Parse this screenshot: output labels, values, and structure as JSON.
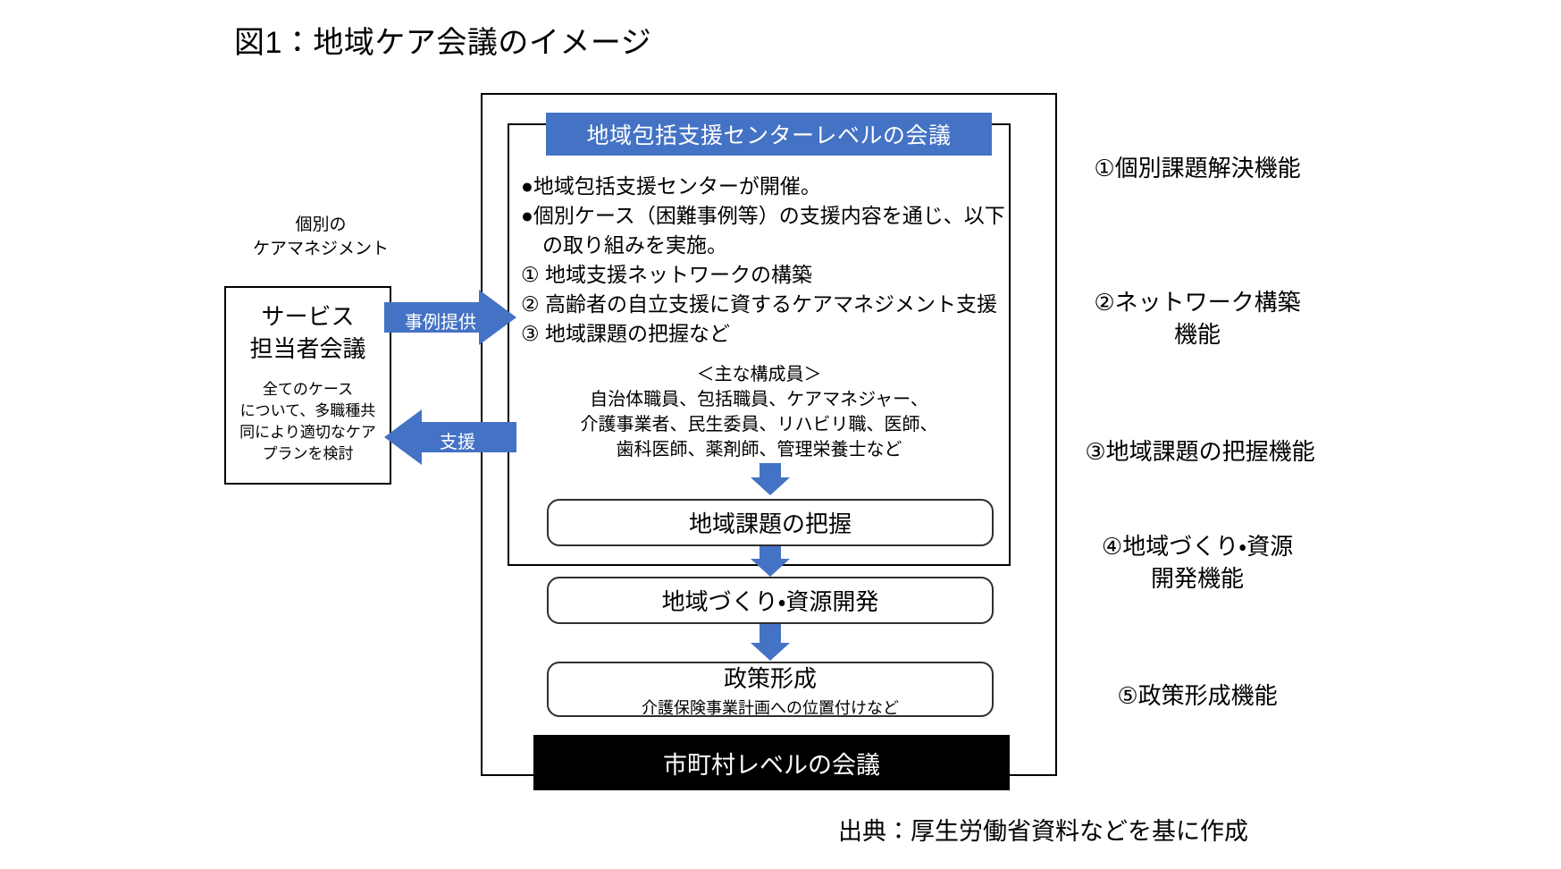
{
  "page": {
    "title": "図1：地域ケア会議のイメージ",
    "source_note": "出典：厚生労働省資料などを基に作成",
    "colors": {
      "accent_blue": "#4472C4",
      "black_bar": "#000000",
      "outline": "#000000",
      "background": "#FFFFFF"
    }
  },
  "center_panel": {
    "banner_label": "地域包括支援センターレベルの会議",
    "bullets": [
      "●地域包括支援センターが開催。",
      "●個別ケース（困難事例等）の支援内容を通じ、以下",
      "の取り組みを実施。",
      "① 地域支援ネットワークの構築",
      "② 高齢者の自立支援に資するケアマネジメント支援",
      "③ 地域課題の把握など"
    ],
    "members": {
      "heading": "＜主な構成員＞",
      "lines": [
        "自治体職員、包括職員、ケアマネジャー、",
        "介護事業者、民生委員、リハビリ職、医師、",
        "歯科医師、薬剤師、管理栄養士など"
      ]
    }
  },
  "left_panel": {
    "caption_lines": [
      "個別の",
      "ケアマネジメント"
    ],
    "box": {
      "title_lines": [
        "サービス",
        "担当者会議"
      ],
      "description_lines": [
        "全てのケース",
        "について、多職種共",
        "同により適切なケア",
        "プランを検討"
      ]
    }
  },
  "arrows": {
    "to_center_label": "事例提供",
    "to_left_label": "支援"
  },
  "process_boxes": [
    {
      "main": "地域課題の把握",
      "sub": ""
    },
    {
      "main": "地域づくり・資源開発",
      "sub": ""
    },
    {
      "main": "政策形成",
      "sub": "介護保険事業計画への位置付けなど"
    }
  ],
  "municipal_bar": {
    "label": "市町村レベルの会議"
  },
  "functions": [
    {
      "lines": [
        "①個別課題解決機能"
      ]
    },
    {
      "lines": [
        "②ネットワーク構築",
        "機能"
      ]
    },
    {
      "lines": [
        "③地域課題の把握機能"
      ]
    },
    {
      "lines": [
        "④地域づくり・資源",
        "開発機能"
      ]
    },
    {
      "lines": [
        "⑤政策形成機能"
      ]
    }
  ]
}
